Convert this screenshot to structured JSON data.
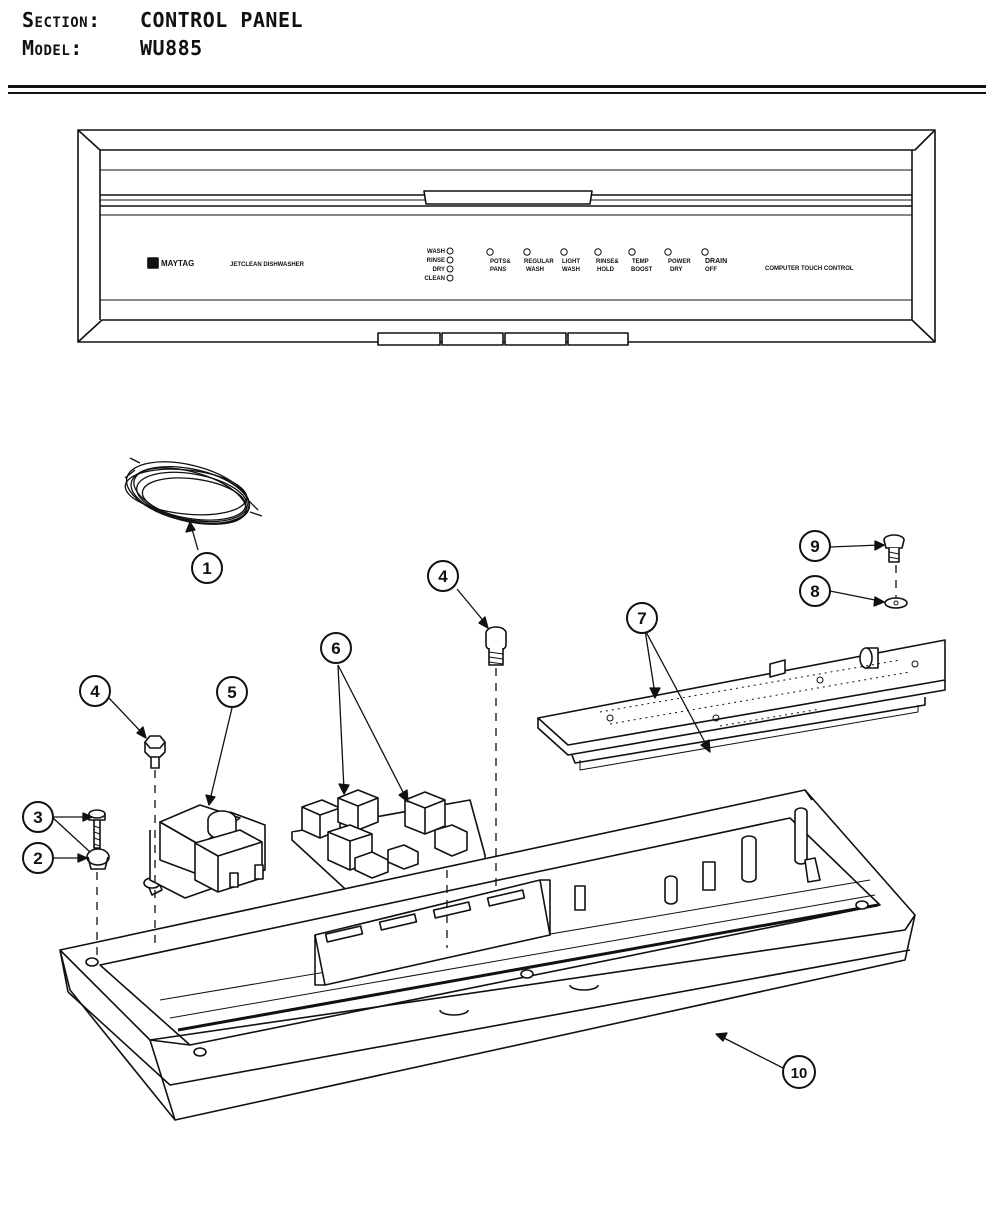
{
  "header": {
    "section_label": "Section:",
    "section_value": "CONTROL PANEL",
    "model_label": "Model:",
    "model_value": "WU885"
  },
  "panel": {
    "brand": "MAYTAG",
    "product": "JETCLEAN DISHWASHER",
    "status_lights": [
      "WASH",
      "RINSE",
      "DRY",
      "CLEAN"
    ],
    "cycle_buttons": [
      {
        "line1": "POTS&",
        "line2": "PANS"
      },
      {
        "line1": "REGULAR",
        "line2": "WASH"
      },
      {
        "line1": "LIGHT",
        "line2": "WASH"
      },
      {
        "line1": "RINSE&",
        "line2": "HOLD"
      },
      {
        "line1": "TEMP",
        "line2": "BOOST"
      },
      {
        "line1": "POWER",
        "line2": "DRY"
      },
      {
        "line1": "DRAIN",
        "line2": "OFF"
      }
    ],
    "control_label": "COMPUTER TOUCH CONTROL"
  },
  "callouts": {
    "c1": "1",
    "c2": "2",
    "c3": "3",
    "c4a": "4",
    "c4b": "4",
    "c5": "5",
    "c6": "6",
    "c7": "7",
    "c8": "8",
    "c9": "9",
    "c10": "10"
  },
  "colors": {
    "ink": "#111111",
    "paper": "#ffffff",
    "panel_fill": "#f6f6f6"
  }
}
